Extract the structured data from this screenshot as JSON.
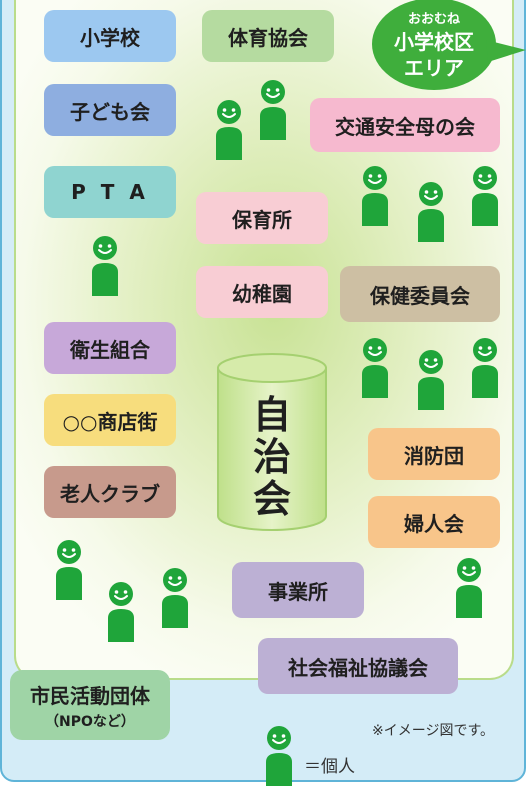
{
  "area_badge": {
    "top": "おおむね",
    "line1": "小学校区",
    "line2": "エリア"
  },
  "center": {
    "line1": "自",
    "line2": "治",
    "line3": "会"
  },
  "organizations": {
    "elementary_school": "小学校",
    "sports_association": "体育協会",
    "childrens_association": "子ども会",
    "traffic_safety_mothers": "交通安全母の会",
    "pta": "P T A",
    "nursery_school": "保育所",
    "kindergarten": "幼稚園",
    "health_committee": "保健委員会",
    "sanitation_association": "衛生組合",
    "shopping_street": "○○商店街",
    "fire_brigade": "消防団",
    "seniors_club": "老人クラブ",
    "womens_association": "婦人会",
    "business_office": "事業所",
    "social_welfare_council": "社会福祉協議会"
  },
  "civic_group": {
    "title": "市民活動団体",
    "sub": "（NPOなど）"
  },
  "note": "※イメージ図です。",
  "legend": {
    "label": "＝個人"
  },
  "colors": {
    "blue": "#9cc8f0",
    "green": "#b5dba0",
    "periwinkle": "#8eaee0",
    "pink": "#f6b9cf",
    "teal": "#8fd4d0",
    "light_pink": "#f8cdd4",
    "tan": "#cdbfa3",
    "lavender": "#c7a8d9",
    "yellow": "#f7dd7d",
    "rose_brown": "#c79a8c",
    "orange": "#f8c58a",
    "gray_lavender": "#bcb0d4",
    "person": "#1fa53a",
    "badge": "#3fae3c"
  }
}
